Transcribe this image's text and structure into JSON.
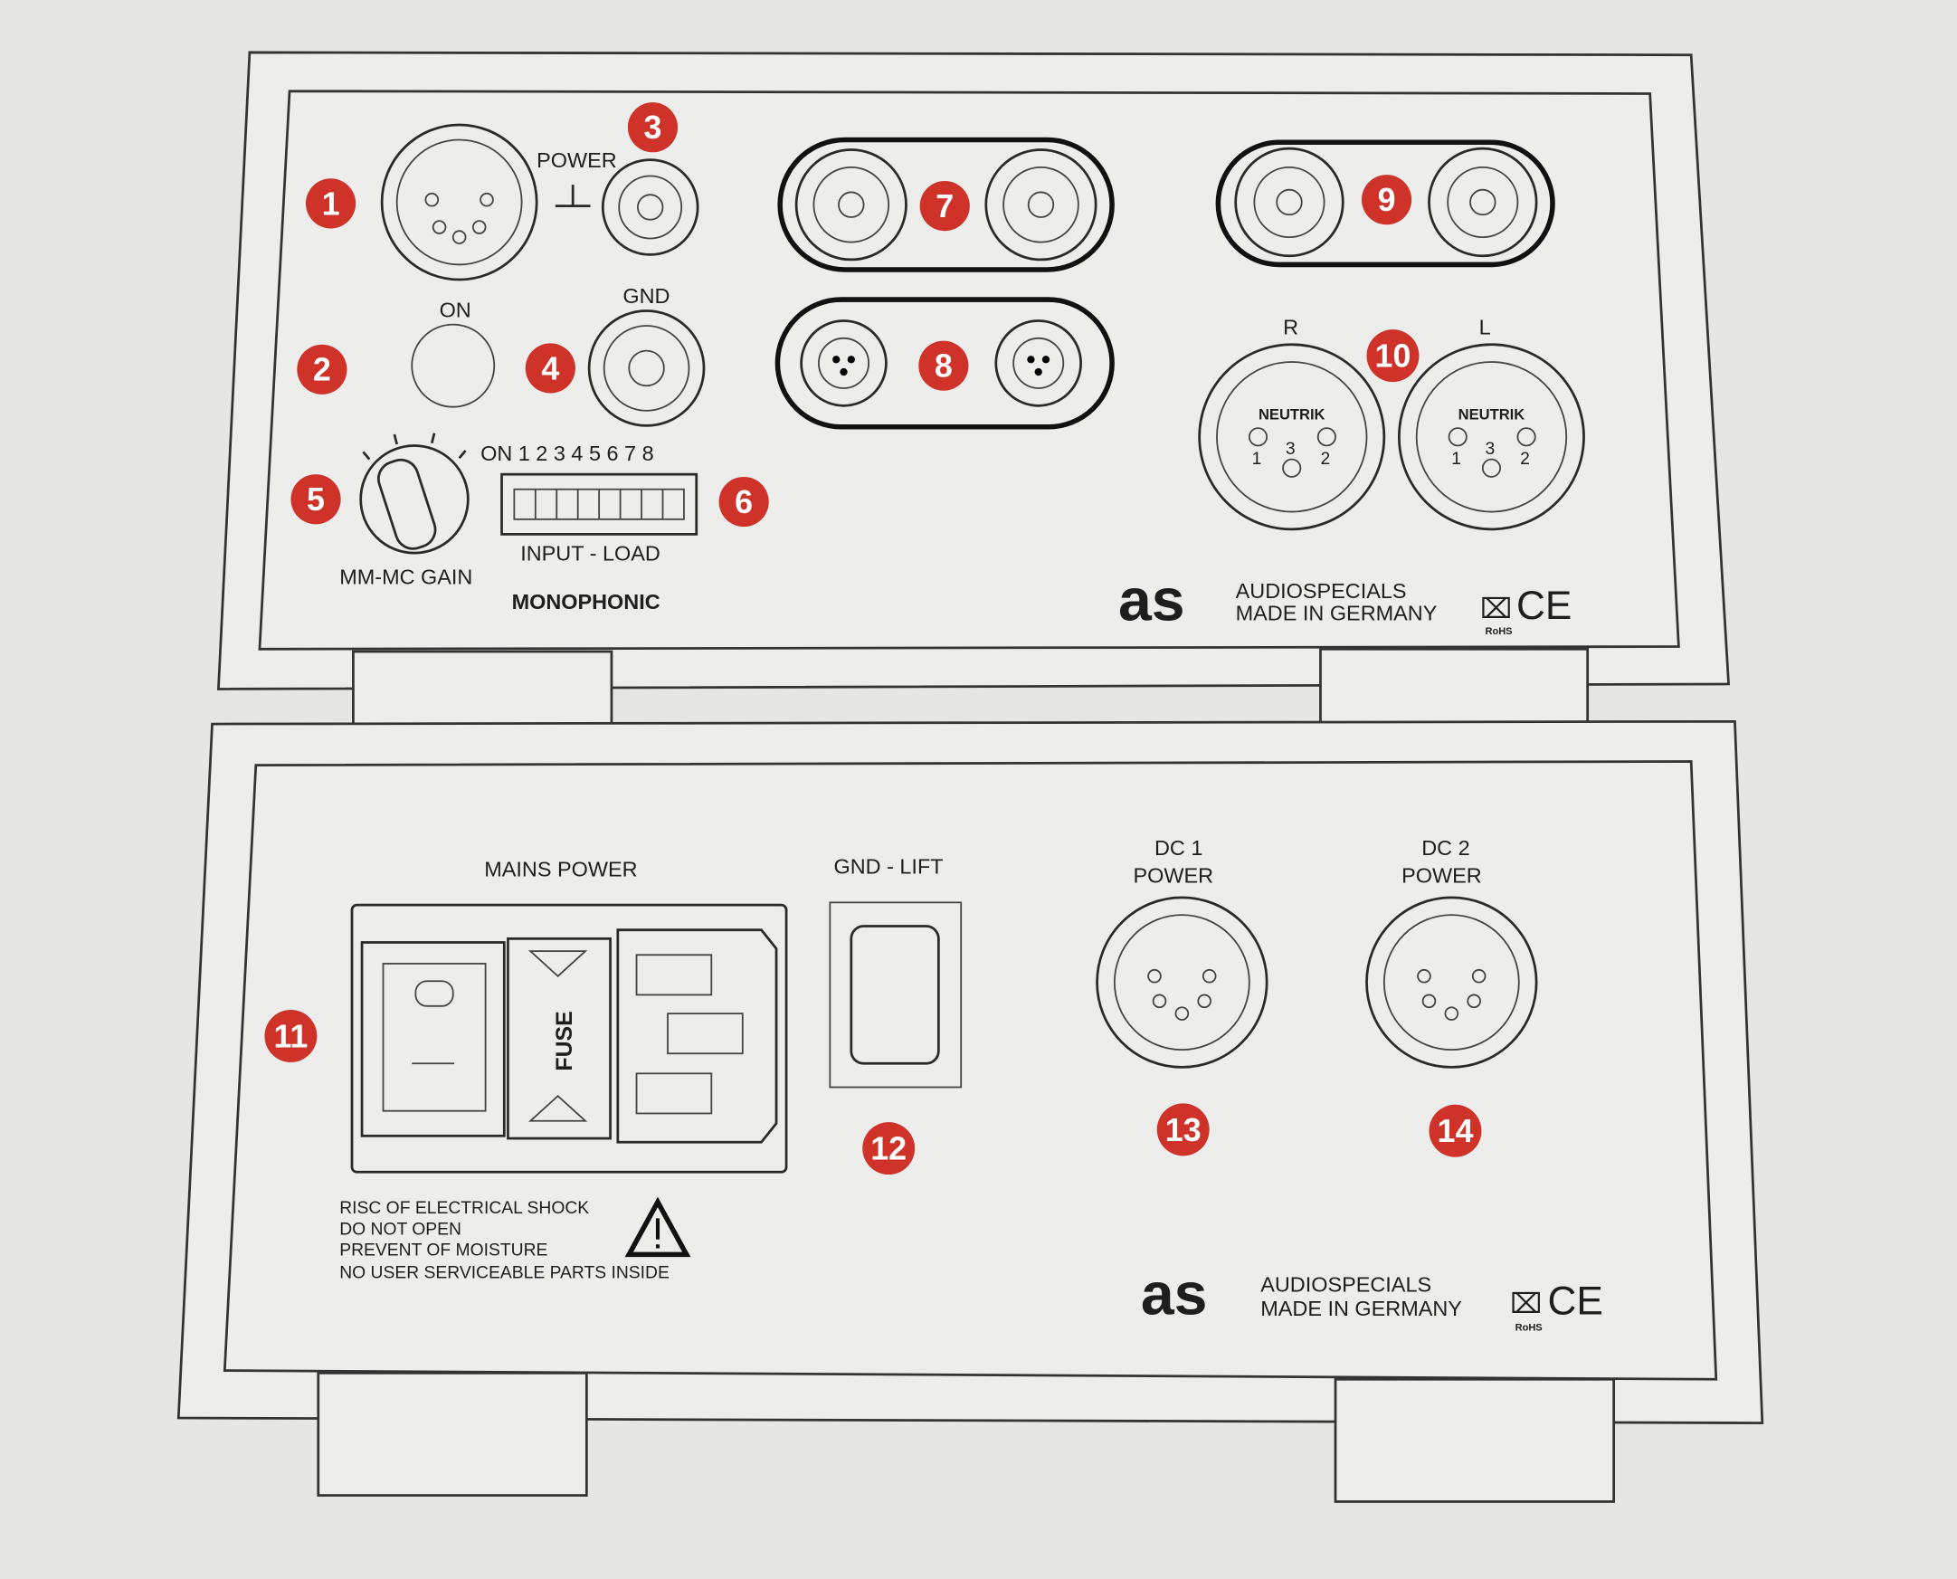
{
  "top_panel": {
    "labels": {
      "power": "POWER",
      "on": "ON",
      "gnd": "GND",
      "dip": "ON 1 2 3 4 5 6 7 8",
      "input_load": "INPUT - LOAD",
      "gain": "MM-MC GAIN",
      "mono": "MONOPHONIC",
      "right": "R",
      "left": "L",
      "xlr_brand": "NEUTRIK",
      "xlr_pins": [
        "1",
        "3",
        "2"
      ]
    },
    "brand": {
      "logo": "as",
      "name": "AUDIOSPECIALS",
      "made": "MADE IN GERMANY",
      "rohs": "RoHS",
      "ce": "CE"
    }
  },
  "bottom_panel": {
    "labels": {
      "mains": "MAINS POWER",
      "fuse": "FUSE",
      "gnd_lift": "GND - LIFT",
      "dc1_a": "DC 1",
      "dc1_b": "POWER",
      "dc2_a": "DC 2",
      "dc2_b": "POWER"
    },
    "warning": [
      "RISC OF ELECTRICAL SHOCK",
      "DO NOT OPEN",
      "PREVENT OF MOISTURE",
      "NO USER SERVICEABLE PARTS INSIDE"
    ],
    "brand": {
      "logo": "as",
      "name": "AUDIOSPECIALS",
      "made": "MADE IN GERMANY",
      "rohs": "RoHS",
      "ce": "CE"
    }
  },
  "badges": [
    "1",
    "2",
    "3",
    "4",
    "5",
    "6",
    "7",
    "8",
    "9",
    "10",
    "11",
    "12",
    "13",
    "14"
  ],
  "colors": {
    "badge": "#cf3229"
  }
}
